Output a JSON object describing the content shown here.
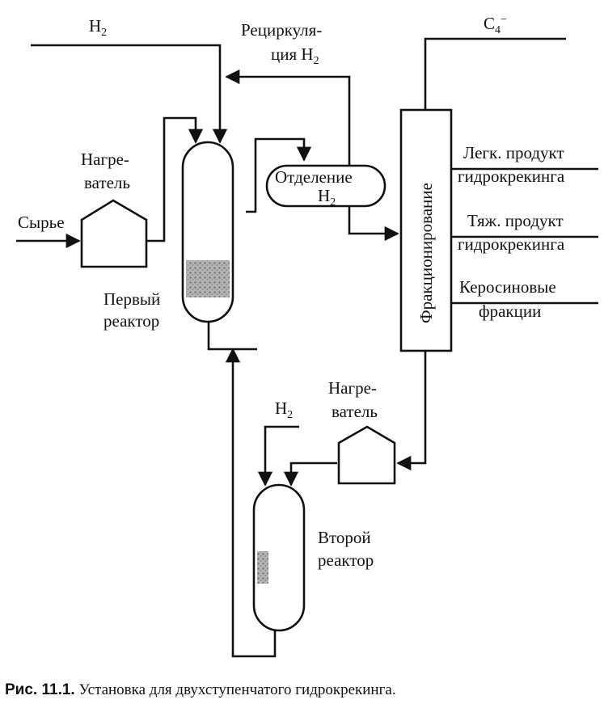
{
  "labels": {
    "h2_top": "H",
    "h2_top_sub": "2",
    "recycle_line1": "Рециркуля-",
    "recycle_line2": "ция H",
    "recycle_sub": "2",
    "c4": "C",
    "c4_sub": "4",
    "c4_sup": "−",
    "heater1_line1": "Нагре-",
    "heater1_line2": "ватель",
    "feed": "Сырье",
    "separation_line1": "Отделение",
    "separation_line2": "H",
    "separation_sub": "2",
    "fractionation": "Фракционирование",
    "light_line1": "Легк. продукт",
    "light_line2": "гидрокрекинга",
    "heavy_line1": "Тяж. продукт",
    "heavy_line2": "гидрокрекинга",
    "kerosene_line1": "Керосиновые",
    "kerosene_line2": "фракции",
    "reactor1_line1": "Первый",
    "reactor1_line2": "реактор",
    "heater2_line1": "Нагре-",
    "heater2_line2": "ватель",
    "h2_bottom": "H",
    "h2_bottom_sub": "2",
    "reactor2_line1": "Второй",
    "reactor2_line2": "реактор"
  },
  "caption": {
    "number": "Рис. 11.1.",
    "text": "Установка для двухступенчатого гидрокрекинга."
  }
}
